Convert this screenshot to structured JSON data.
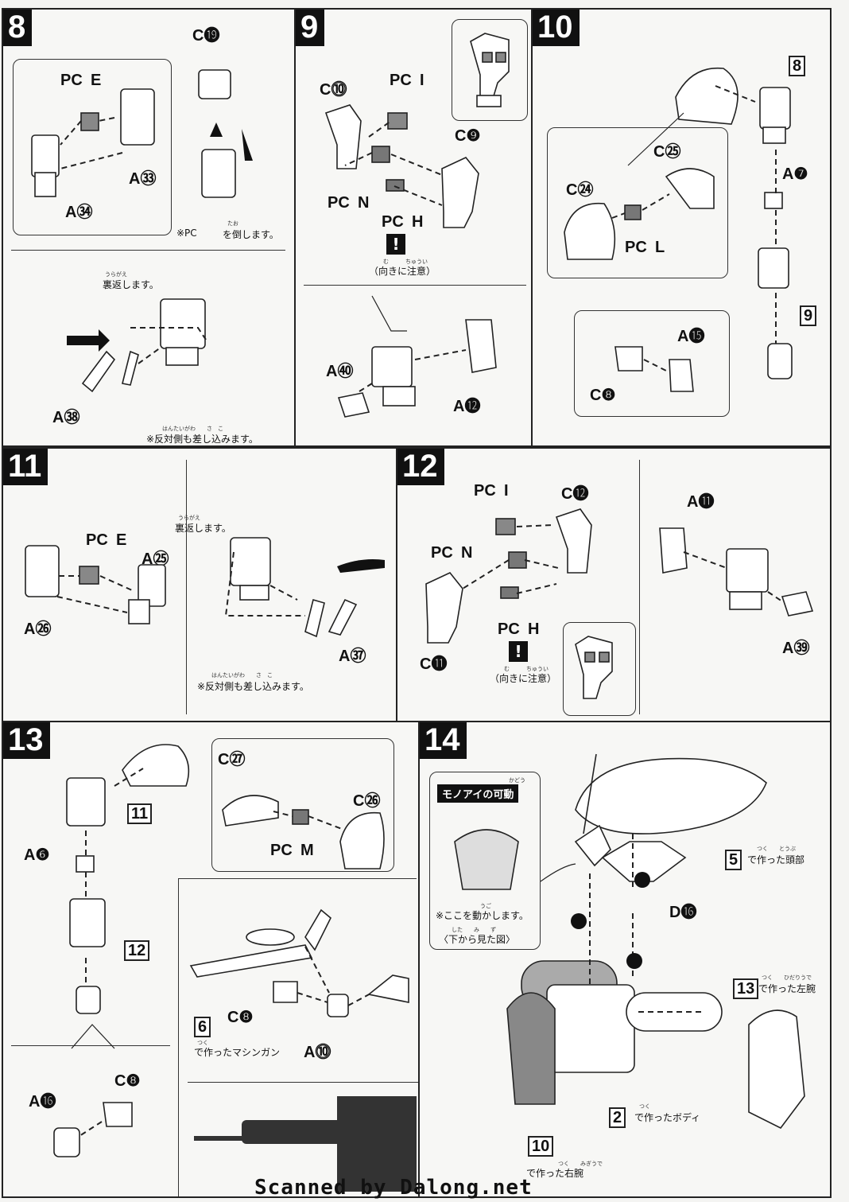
{
  "steps": {
    "s8": {
      "num": "8"
    },
    "s9": {
      "num": "9"
    },
    "s10": {
      "num": "10"
    },
    "s11": {
      "num": "11"
    },
    "s12": {
      "num": "12"
    },
    "s13": {
      "num": "13"
    },
    "s14": {
      "num": "14"
    }
  },
  "labels": {
    "s8_c19": "C⓳",
    "s8_pce": "PC",
    "s8_pce_letter": "E",
    "s8_a33": "A㉝",
    "s8_a34": "A㉞",
    "s8_note1": "※PC",
    "s8_note1b": "を倒します。",
    "s8_note1_ruby": "たお",
    "s8_flip": "裏返します。",
    "s8_flip_ruby": "うらがえ",
    "s8_a38": "A㊳",
    "s8_note2": "※反対側も差し込みます。",
    "s8_note2_ruby": "はんたいがわ　　さ　こ",
    "s9_c10": "C⓾",
    "s9_pci": "PC",
    "s9_pci_letter": "I",
    "s9_c9": "C❾",
    "s9_pcn": "PC",
    "s9_pcn_letter": "N",
    "s9_pch": "PC",
    "s9_pch_letter": "H",
    "s9_caution": "（向きに注意）",
    "s9_caution_ruby": "む　　　ちゅうい",
    "s9_a40": "A㊵",
    "s9_a12": "A⓬",
    "s10_ref8": "8",
    "s10_c25": "C㉕",
    "s10_a7": "A❼",
    "s10_c24": "C㉔",
    "s10_pcl": "PC",
    "s10_pcl_letter": "L",
    "s10_ref9": "9",
    "s10_a15": "A⓯",
    "s10_c8": "C❽",
    "s11_pce": "PC",
    "s11_pce_letter": "E",
    "s11_a25": "A㉕",
    "s11_a26": "A㉖",
    "s11_flip": "裏返します。",
    "s11_flip_ruby": "うらがえ",
    "s11_a37": "A㊲",
    "s11_note": "※反対側も差し込みます。",
    "s11_note_ruby": "はんたいがわ　　さ　こ",
    "s12_pci": "PC",
    "s12_pci_letter": "I",
    "s12_c12": "C⓬",
    "s12_pcn": "PC",
    "s12_pcn_letter": "N",
    "s12_c11": "C⓫",
    "s12_pch": "PC",
    "s12_pch_letter": "H",
    "s12_caution": "（向きに注意）",
    "s12_caution_ruby": "む　　　ちゅうい",
    "s12_a11": "A⓫",
    "s12_a39": "A㊴",
    "s13_ref11": "11",
    "s13_a6": "A❻",
    "s13_ref12": "12",
    "s13_c27": "C㉗",
    "s13_c26": "C㉖",
    "s13_pcm": "PC",
    "s13_pcm_letter": "M",
    "s13_a16": "A⓰",
    "s13_c8": "C❽",
    "s13_ref6": "6",
    "s13_gun": "で作ったマシンガン",
    "s13_gun_ruby": "つく",
    "s13_c8b": "C❽",
    "s13_a10": "A⓾",
    "s14_monoeye": "モノアイの可動",
    "s14_monoeye_ruby": "かどう",
    "s14_note": "※ここを動かします。",
    "s14_note_ruby": "うご",
    "s14_bottom": "〈下から見た図〉",
    "s14_bottom_ruby": "した　　み　　ず",
    "s14_ref5": "5",
    "s14_head": "で作った頭部",
    "s14_head_ruby": "つく　　とうぶ",
    "s14_d16": "D⓰",
    "s14_ref13": "13",
    "s14_larm": "で作った左腕",
    "s14_larm_ruby": "つく　　ひだりうで",
    "s14_ref2": "2",
    "s14_body": "で作ったボディ",
    "s14_body_ruby": "つく",
    "s14_ref10": "10",
    "s14_rarm": "で作った右腕",
    "s14_rarm_ruby": "つく　　みぎうで"
  },
  "footer": "Scanned by Dalong.net"
}
